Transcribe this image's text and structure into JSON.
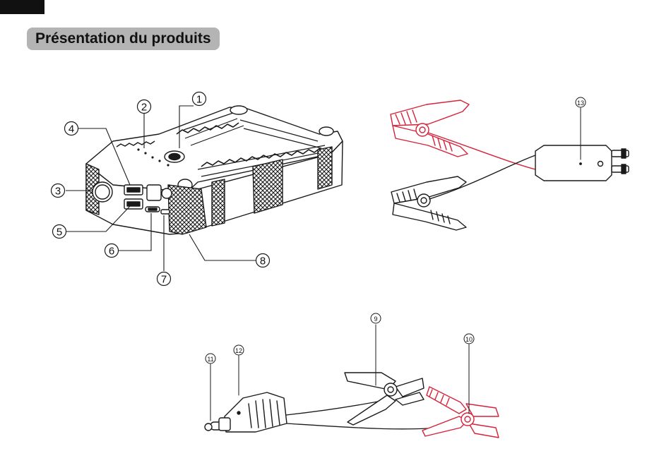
{
  "header": {
    "title": "Présentation du produits"
  },
  "callouts": {
    "c1": "1",
    "c2": "2",
    "c3": "3",
    "c4": "4",
    "c5": "5",
    "c6": "6",
    "c7": "7",
    "c8": "8",
    "c9": "9",
    "c10": "10",
    "c11": "11",
    "c12": "12",
    "c13": "13"
  },
  "colors": {
    "red_clamp": "#d6223a",
    "line": "#1a1a1a",
    "pill_bg": "#b4b4b4"
  }
}
